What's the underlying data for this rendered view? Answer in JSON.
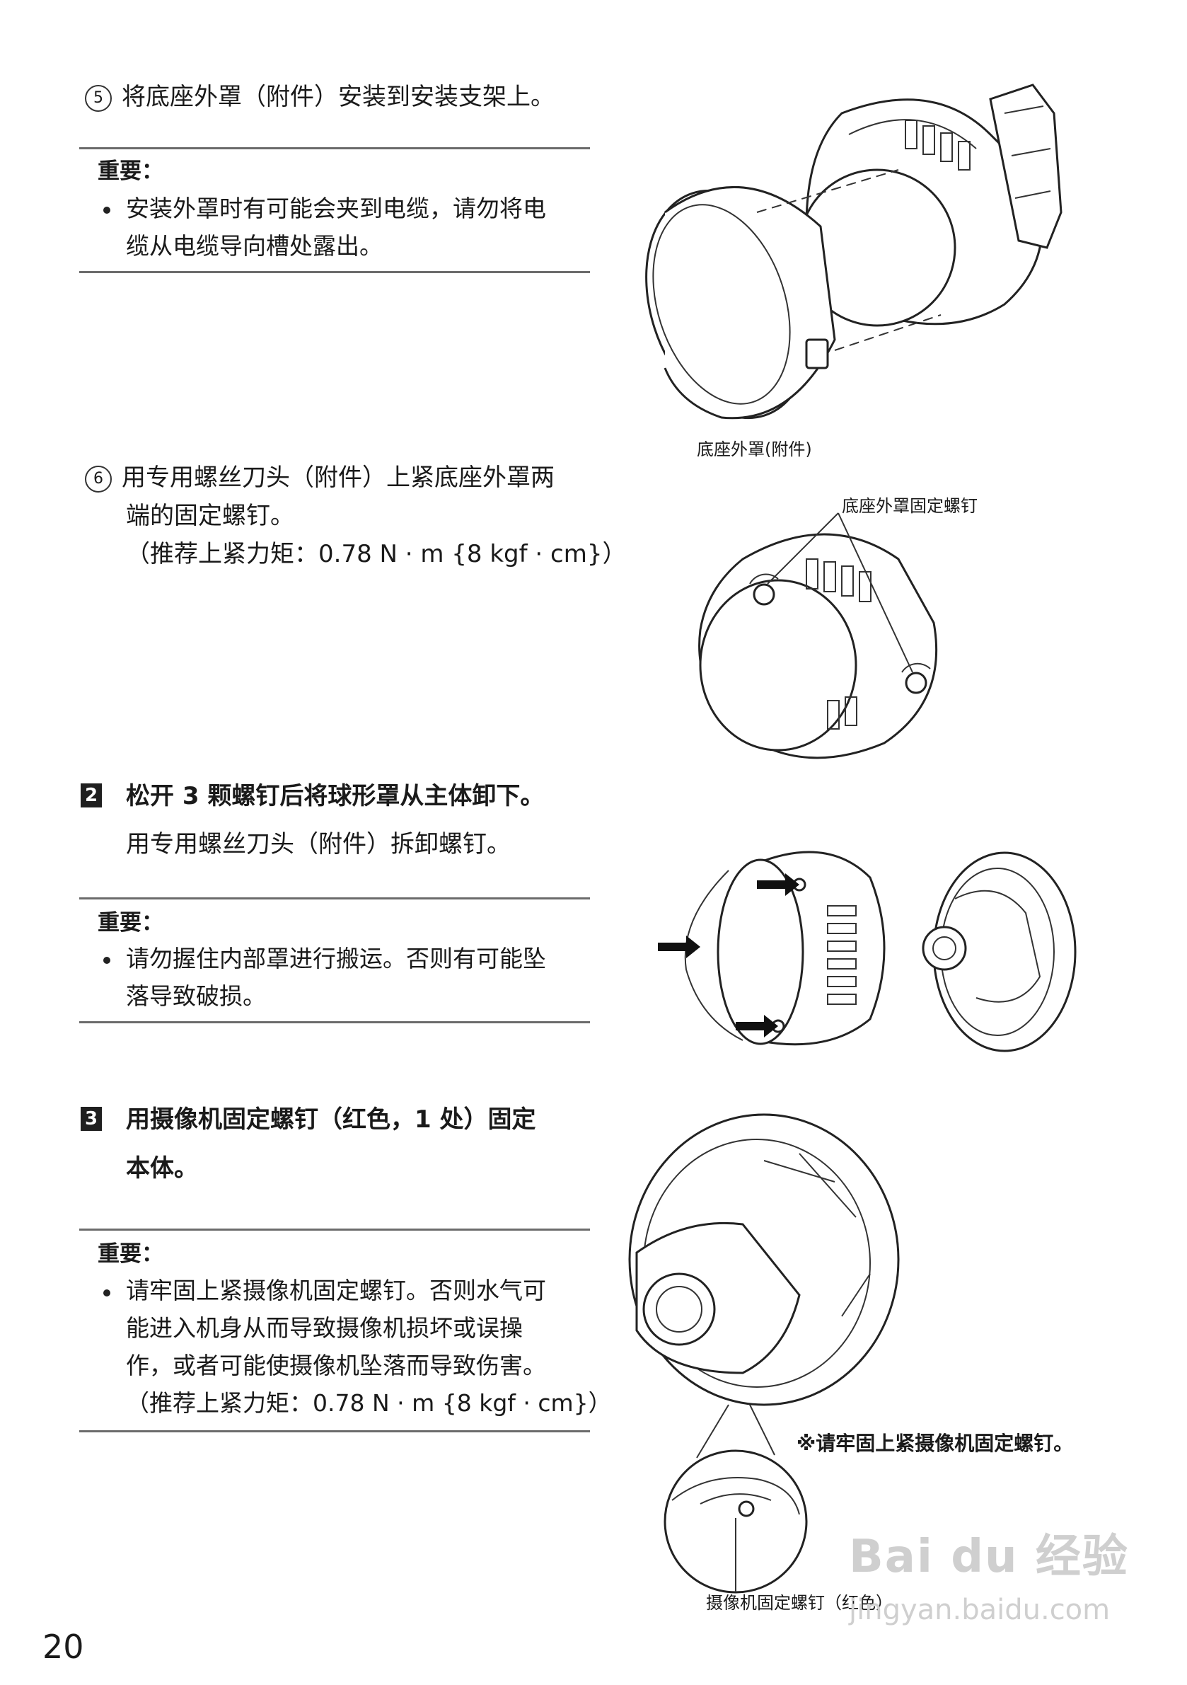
{
  "steps": {
    "s5": {
      "num": "5",
      "text": "将底座外罩（附件）安装到安装支架上。"
    },
    "s6": {
      "num": "6",
      "line1": "用专用螺丝刀头（附件）上紧底座外罩两",
      "line2": "端的固定螺钉。",
      "line3": "（推荐上紧力矩：0.78 N · m {8 kgf · cm}）"
    }
  },
  "important_label": "重要：",
  "imp1": {
    "line1": "安装外罩时有可能会夹到电缆，请勿将电",
    "line2": "缆从电缆导向槽处露出。"
  },
  "sec2": {
    "num": "2",
    "title": "松开 3 颗螺钉后将球形罩从主体卸下。",
    "sub": "用专用螺丝刀头（附件）拆卸螺钉。"
  },
  "imp2": {
    "line1": "请勿握住内部罩进行搬运。否则有可能坠",
    "line2": "落导致破损。"
  },
  "sec3": {
    "num": "3",
    "title1": "用摄像机固定螺钉（红色，1 处）固定",
    "title2": "本体。"
  },
  "imp3": {
    "line1": "请牢固上紧摄像机固定螺钉。否则水气可",
    "line2": "能进入机身从而导致摄像机损坏或误操",
    "line3": "作，或者可能使摄像机坠落而导致伤害。",
    "line4": "（推荐上紧力矩：0.78 N · m {8 kgf · cm}）"
  },
  "captions": {
    "fig1": "底座外罩(附件)",
    "fig2": "底座外罩固定螺钉",
    "fig4_note": "※请牢固上紧摄像机固定螺钉。",
    "fig4": "摄像机固定螺钉（红色）"
  },
  "watermark": {
    "main": "Bai du 经验",
    "url": "jingyan.baidu.com"
  },
  "page_number": "20"
}
